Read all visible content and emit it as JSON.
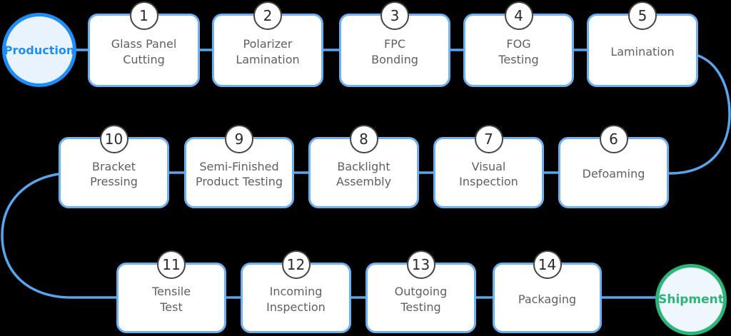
{
  "start_node": {
    "label": "Production"
  },
  "end_node": {
    "label": "Shipment"
  },
  "steps": [
    {
      "number": "1",
      "label": "Glass Panel\nCutting"
    },
    {
      "number": "2",
      "label": "Polarizer\nLamination"
    },
    {
      "number": "3",
      "label": "FPC\nBonding"
    },
    {
      "number": "4",
      "label": "FOG\nTesting"
    },
    {
      "number": "5",
      "label": "Lamination"
    },
    {
      "number": "6",
      "label": "Defoaming"
    },
    {
      "number": "7",
      "label": "Visual\nInspection"
    },
    {
      "number": "8",
      "label": "Backlight\nAssembly"
    },
    {
      "number": "9",
      "label": "Semi-Finished\nProduct Testing"
    },
    {
      "number": "10",
      "label": "Bracket\nPressing"
    },
    {
      "number": "11",
      "label": "Tensile\nTest"
    },
    {
      "number": "12",
      "label": "Incoming\nInspection"
    },
    {
      "number": "13",
      "label": "Outgoing\nTesting"
    },
    {
      "number": "14",
      "label": "Packaging"
    }
  ],
  "colors": {
    "background": "#000000",
    "box_border": "#6db1f2",
    "connector": "#58a6f0",
    "start_border": "#1d8ef9",
    "start_fill": "#e9f3fd",
    "start_text": "#1d8ef9",
    "end_border": "#2cb578",
    "end_fill": "#eef7fb",
    "end_text": "#2cb578",
    "badge_border": "#454545",
    "badge_text": "#2b2b2b",
    "step_text": "#5f6062"
  }
}
